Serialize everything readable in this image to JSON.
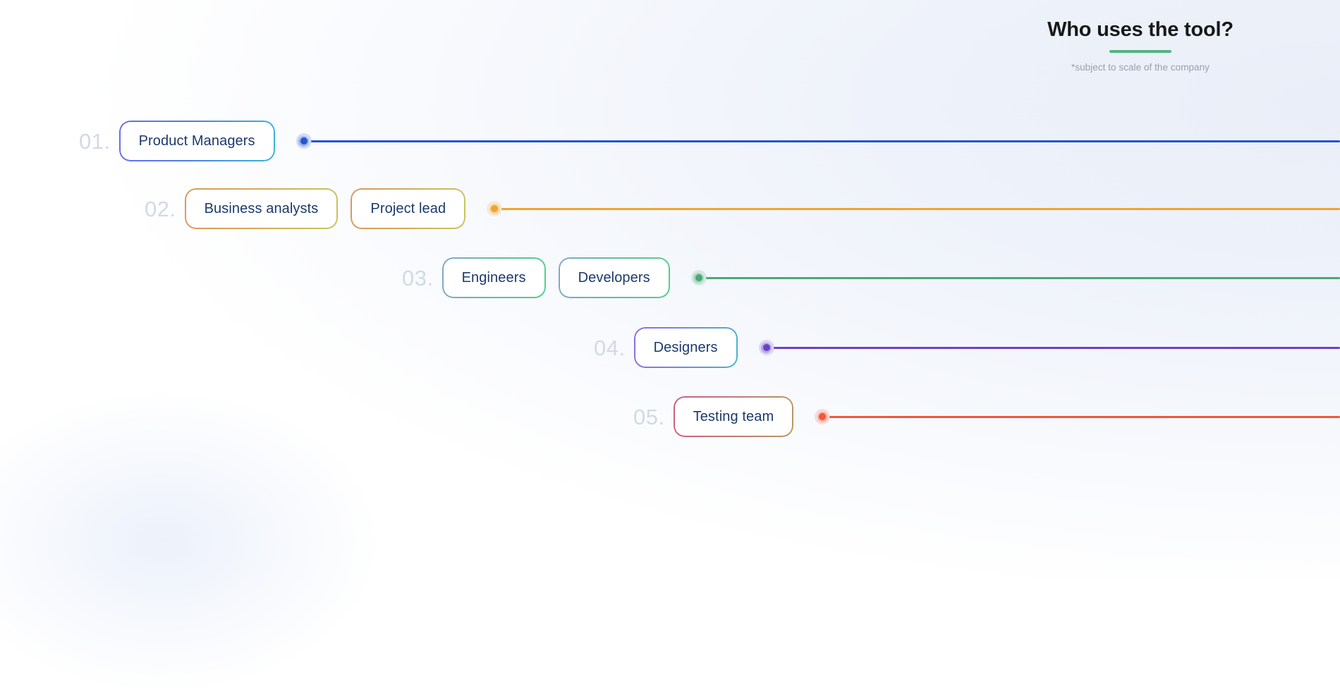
{
  "header": {
    "title": "Who uses the tool?",
    "subtitle": "*subject to scale of the company",
    "accent_color": "#55b383"
  },
  "theme": {
    "background_left": "#ffffff",
    "background_right": "#e9eef8",
    "number_color": "#d2d9e6",
    "pill_text_color": "#1b3a6b"
  },
  "rows": [
    {
      "number": "01.",
      "pills": [
        {
          "label": "Product Managers"
        }
      ],
      "dot_color": "#2455cf",
      "line_color": "#2455cf",
      "pill_gradient": "linear-gradient(100deg, #6a6ee8 0%, #4f7fe0 45%, #35b7d6 100%)"
    },
    {
      "number": "02.",
      "pills": [
        {
          "label": "Business analysts"
        },
        {
          "label": "Project lead"
        }
      ],
      "dot_color": "#f0a430",
      "line_color": "#f0a430",
      "pill_gradient": "linear-gradient(100deg, #d79a5d 0%, #d6a857 45%, #c6c45f 100%)"
    },
    {
      "number": "03.",
      "pills": [
        {
          "label": "Engineers"
        },
        {
          "label": "Developers"
        }
      ],
      "dot_color": "#4ba877",
      "line_color": "#4ba877",
      "pill_gradient": "linear-gradient(100deg, #7fa8c9 0%, #63bba5 50%, #4fd18c 100%)"
    },
    {
      "number": "04.",
      "pills": [
        {
          "label": "Designers"
        }
      ],
      "dot_color": "#6b41c9",
      "line_color": "#6b41c9",
      "pill_gradient": "linear-gradient(100deg, #8b6ee0 0%, #7a86d9 45%, #49b3c9 100%)"
    },
    {
      "number": "05.",
      "pills": [
        {
          "label": "Testing team"
        }
      ],
      "dot_color": "#f0573a",
      "line_color": "#f0573a",
      "pill_gradient": "linear-gradient(100deg, #cd5f7e 0%, #c07a77 50%, #b79a63 100%)"
    }
  ]
}
